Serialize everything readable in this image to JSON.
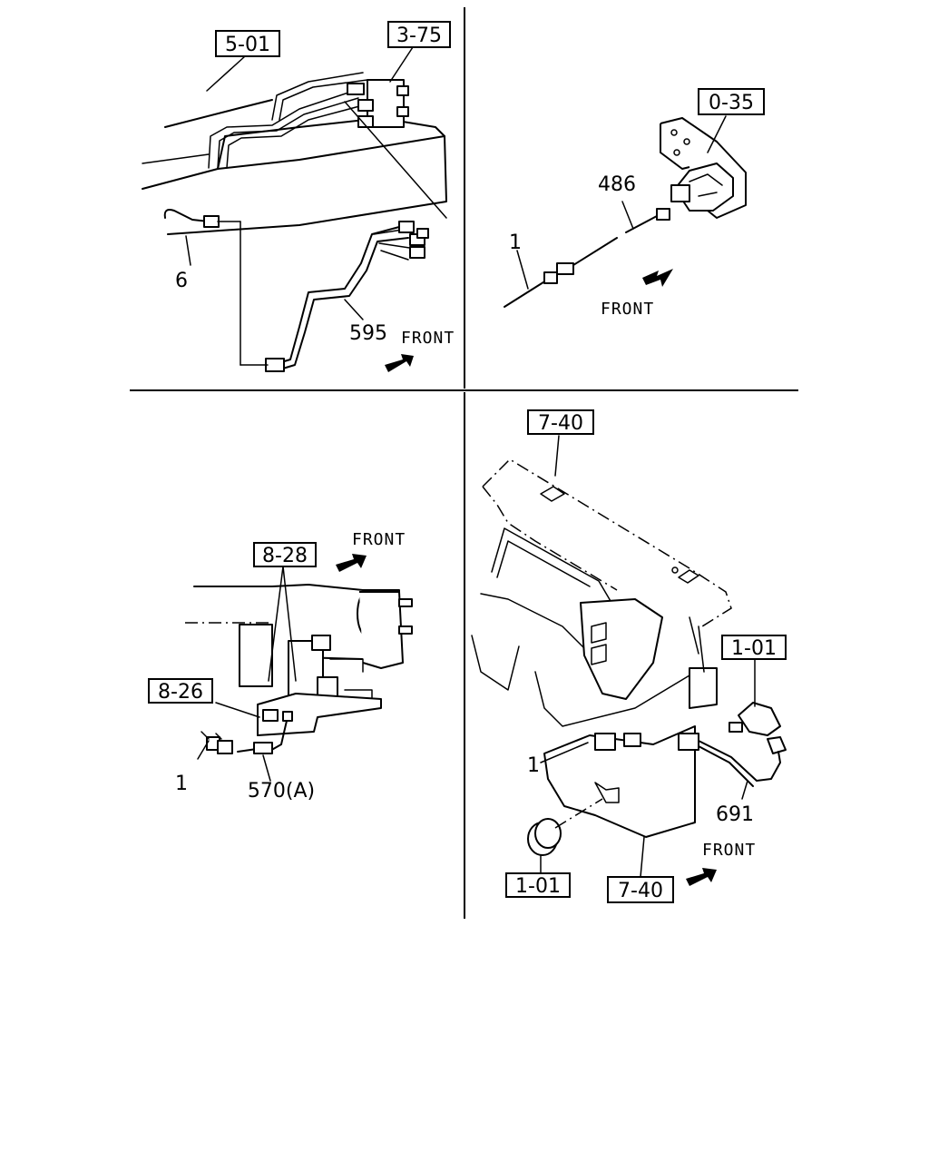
{
  "quadrants": {
    "top_left": {
      "ref_labels": [
        "5-01",
        "3-75"
      ],
      "part_labels": [
        "6",
        "595"
      ],
      "front_label": "FRONT"
    },
    "top_right": {
      "ref_labels": [
        "0-35"
      ],
      "part_labels": [
        "486",
        "1"
      ],
      "front_label": "FRONT"
    },
    "bottom_left": {
      "ref_labels": [
        "8-28",
        "8-26"
      ],
      "part_labels": [
        "1",
        "570(A)"
      ],
      "front_label": "FRONT"
    },
    "bottom_right": {
      "ref_labels": [
        "7-40",
        "1-01",
        "1-01",
        "7-40"
      ],
      "part_labels": [
        "1",
        "691"
      ],
      "front_label": "FRONT"
    }
  }
}
